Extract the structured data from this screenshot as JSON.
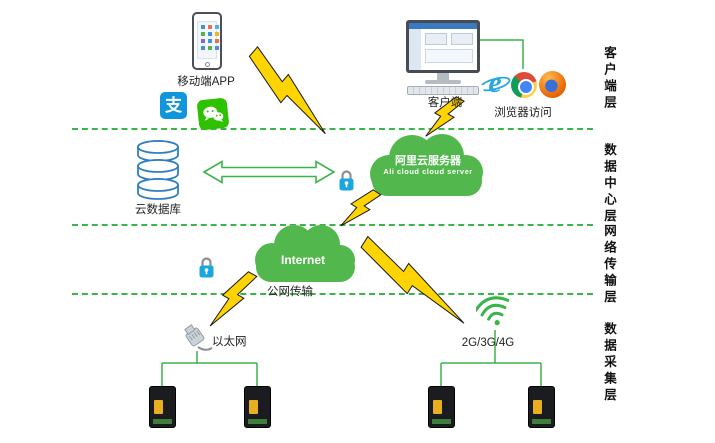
{
  "colors": {
    "green": "#3bb44a",
    "cloud-green": "#52b84d",
    "bolt-yellow": "#ffd400",
    "db-blue": "#2f7ec2",
    "lock-blue": "#1aa7e0",
    "alipay-blue": "#1296db",
    "wechat-green": "#2dc100",
    "ie-blue": "#29a8e0",
    "text-dark": "#222222"
  },
  "layers": {
    "client": "客户端层",
    "datacenter": "数据中心层",
    "network": "网络传输层",
    "acquisition": "数据采集层"
  },
  "labels": {
    "mobile_app": "移动端APP",
    "client": "客户端",
    "browser_access": "浏览器访问",
    "ali_cloud_cn": "阿里云服务器",
    "ali_cloud_en": "Ali cloud cloud server",
    "cloud_db": "云数据库",
    "internet": "Internet",
    "public_network": "公网传输",
    "ethernet": "以太网",
    "cellular": "2G/3G/4G"
  },
  "icons": {
    "alipay_glyph": "支",
    "ie_glyph": "e"
  }
}
